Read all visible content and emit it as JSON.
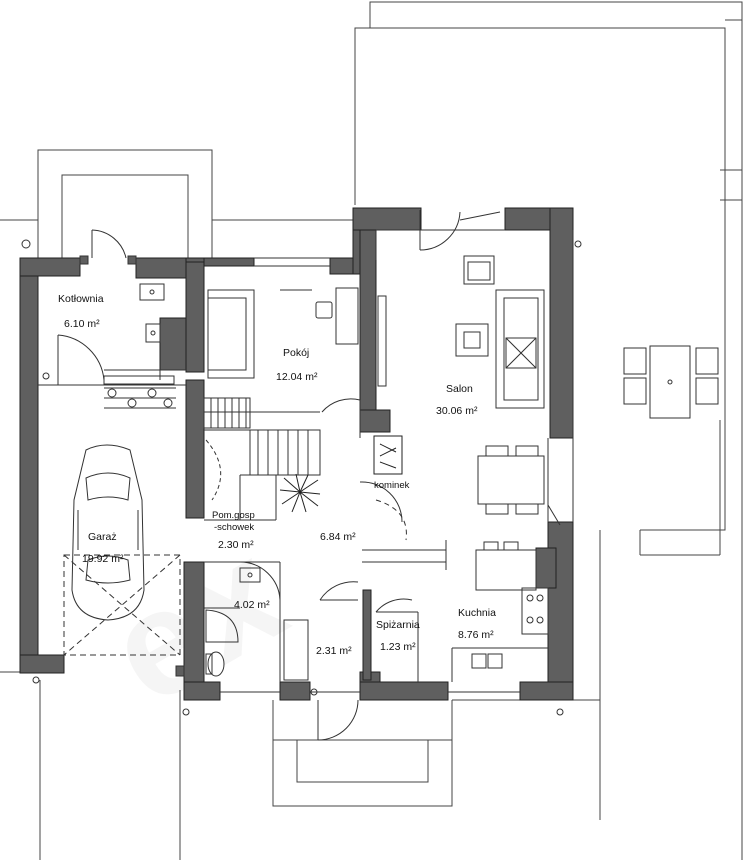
{
  "colors": {
    "wall": "#5f5f5f",
    "line": "#333333",
    "background": "#ffffff"
  },
  "rooms": {
    "kotlownia": {
      "name": "Kotłownia",
      "area": "6.10 m²"
    },
    "pokoj": {
      "name": "Pokój",
      "area": "12.04 m²"
    },
    "salon": {
      "name": "Salon",
      "area": "30.06 m²"
    },
    "garaz": {
      "name": "Garaż",
      "area": "19.92 m²"
    },
    "pom_gosp": {
      "name_line1": "Pom.gosp",
      "name_line2": "-schowek",
      "area": "2.30 m²"
    },
    "hall": {
      "area": "6.84 m²"
    },
    "bathroom": {
      "area": "4.02 m²"
    },
    "wardrobe": {
      "area": "2.31 m²"
    },
    "spizarnia": {
      "name": "Spiżarnia",
      "area": "1.23 m²"
    },
    "kuchnia": {
      "name": "Kuchnia",
      "area": "8.76 m²"
    }
  },
  "labels": {
    "kominek": "kominek"
  }
}
